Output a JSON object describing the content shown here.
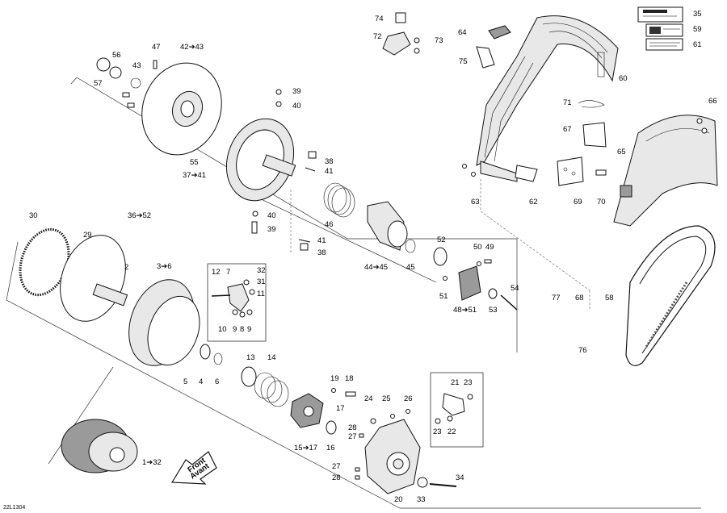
{
  "figure_id": "22L1304",
  "callouts": {
    "c35": "35",
    "c59": "59",
    "c61": "61",
    "c74": "74",
    "c72": "72",
    "c73": "73",
    "c64": "64",
    "c75": "75",
    "c60": "60",
    "c47": "47",
    "c42_43": "42➔43",
    "c56": "56",
    "c43": "43",
    "c57": "57",
    "c39a": "39",
    "c40a": "40",
    "c71": "71",
    "c66": "66",
    "c67": "67",
    "c65": "65",
    "c55": "55",
    "c38a": "38",
    "c41a": "41",
    "c37_41": "37➔41",
    "c63": "63",
    "c62": "62",
    "c69": "69",
    "c70": "70",
    "c36_52": "36➔52",
    "c40b": "40",
    "c39b": "39",
    "c46": "46",
    "c30": "30",
    "c29": "29",
    "c2": "2",
    "c41b": "41",
    "c38b": "38",
    "c52": "52",
    "c50": "50",
    "c49": "49",
    "c44_45": "44➔45",
    "c45": "45",
    "c3_6": "3➔6",
    "c12": "12",
    "c7": "7",
    "c32a": "32",
    "c31": "31",
    "c11": "11",
    "c10": "10",
    "c9a": "9",
    "c8": "8",
    "c9b": "9",
    "c51": "51",
    "c48_51": "48➔51",
    "c53": "53",
    "c54": "54",
    "c77": "77",
    "c68": "68",
    "c58": "58",
    "c76": "76",
    "c5": "5",
    "c4": "4",
    "c6": "6",
    "c13": "13",
    "c14": "14",
    "c19": "19",
    "c18": "18",
    "c17": "17",
    "c21": "21",
    "c23a": "23",
    "c24": "24",
    "c25": "25",
    "c26": "26",
    "c28a": "28",
    "c27a": "27",
    "c15_17": "15➔17",
    "c16": "16",
    "c23b": "23",
    "c22": "22",
    "c27b": "27",
    "c28b": "28",
    "c1_32": "1➔32",
    "c20": "20",
    "c33": "33",
    "c34": "34"
  },
  "front_arrow": {
    "line1": "Front",
    "line2": "Avant"
  },
  "colors": {
    "ink": "#111111",
    "part_fill": "#ffffff",
    "shade": "#9a9a9a",
    "light_shade": "#e8e8e8"
  }
}
